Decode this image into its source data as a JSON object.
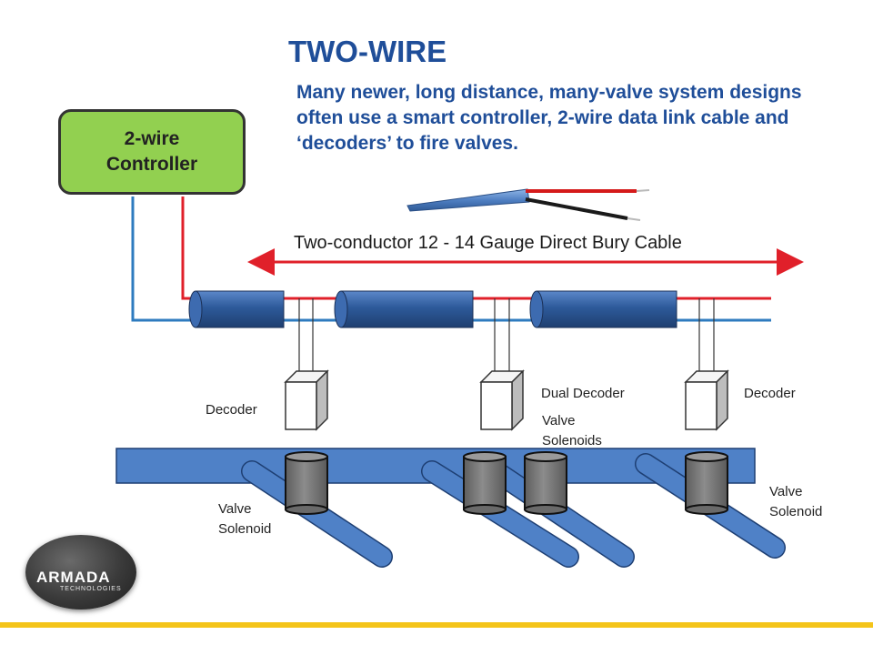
{
  "title": "TWO-WIRE",
  "description": "Many newer, long distance, many-valve system designs often use a smart controller, 2-wire data link cable and ‘decoders’ to fire valves.",
  "controller": {
    "line1": "2-wire",
    "line2": "Controller"
  },
  "cable_label": "Two-conductor 12 - 14 Gauge Direct Bury Cable",
  "labels": {
    "decoder_left": "Decoder",
    "dual_decoder": "Dual Decoder",
    "decoder_right": "Decoder",
    "valve_solenoids_line1": "Valve",
    "valve_solenoids_line2": "Solenoids",
    "valve_solenoid_left_line1": "Valve",
    "valve_solenoid_left_line2": "Solenoid",
    "valve_solenoid_right_line1": "Valve",
    "valve_solenoid_right_line2": "Solenoid"
  },
  "logo": {
    "name": "ARMADA",
    "sub": "TECHNOLOGIES"
  },
  "colors": {
    "title": "#1f4e99",
    "wire_red": "#e0202a",
    "wire_blue": "#2e7bbf",
    "controller_fill": "#92d050",
    "pipe_fill": "#4f81c7",
    "splice_fill": "#2d5a9a",
    "solenoid_fill": "#7f7f7f",
    "accent_bar": "#f4c419"
  }
}
